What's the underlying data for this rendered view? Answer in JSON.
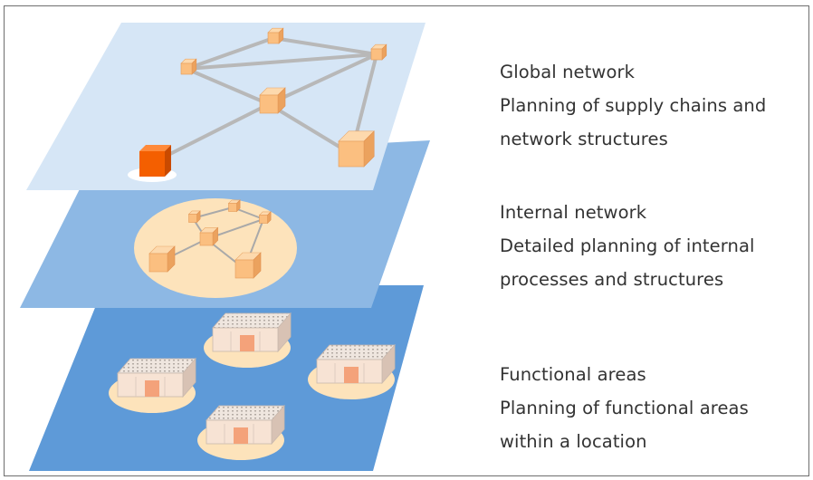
{
  "layers": [
    {
      "title": "Global network",
      "desc_line1": "Planning of supply chains and",
      "desc_line2": "network structures",
      "color": "#d6e6f6"
    },
    {
      "title": "Internal network",
      "desc_line1": "Detailed planning of internal",
      "desc_line2": "processes and structures",
      "color": "#8db8e4"
    },
    {
      "title": "Functional areas",
      "desc_line1": "Planning of functional areas",
      "desc_line2": "within a location",
      "color": "#5e9ad8"
    }
  ],
  "colors": {
    "node": "#fbbf80",
    "node_highlight": "#f45f00",
    "zone": "#fde3bb",
    "edge": "#b8b8b8",
    "text": "#333333"
  }
}
